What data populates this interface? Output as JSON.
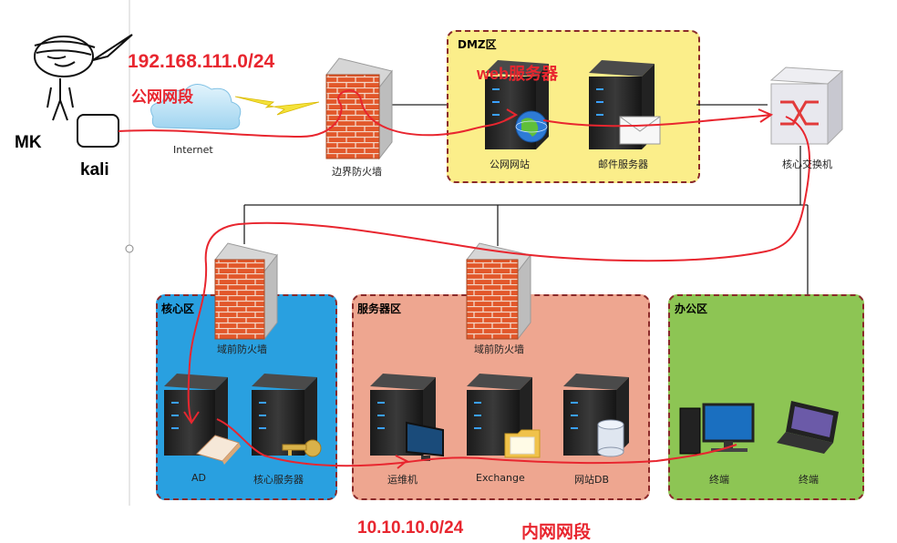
{
  "annotations": {
    "ext_subnet": "192.168.111.0/24",
    "public_segment": "公网网段",
    "web_server": "web服务器",
    "attacker": "MK",
    "attacker_host": "kali",
    "internal_subnet": "10.10.10.0/24",
    "internal_segment": "内网网段"
  },
  "nodes": {
    "internet": "Internet",
    "border_firewall": "边界防火墙",
    "public_site": "公网网站",
    "mail_server": "邮件服务器",
    "core_switch": "核心交换机",
    "core_domain_firewall": "域前防火墙",
    "server_domain_firewall": "域前防火墙",
    "ad": "AD",
    "core_server": "核心服务器",
    "ops_machine": "运维机",
    "exchange": "Exchange",
    "site_db": "网站DB",
    "office_pc": "终端",
    "office_laptop": "终端"
  },
  "zones": {
    "dmz": "DMZ区",
    "core": "核心区",
    "server": "服务器区",
    "office": "办公区"
  },
  "colors": {
    "dmz_fill": "#fbee8a",
    "core_fill": "#29a0e0",
    "server_fill": "#eea690",
    "office_fill": "#8dc554",
    "attack_path": "#e8262f",
    "zone_border": "#8a2a2a"
  }
}
